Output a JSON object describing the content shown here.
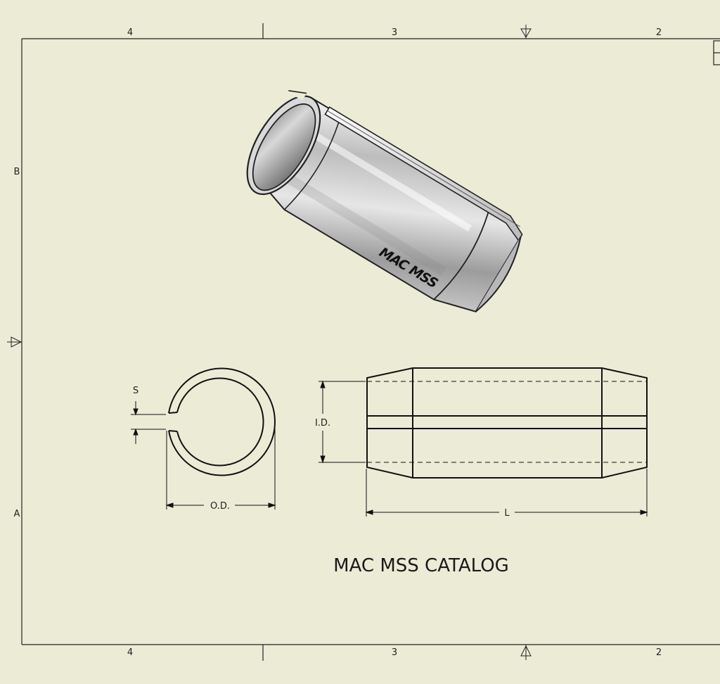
{
  "sheet": {
    "column_labels_top": [
      "4",
      "3",
      "2"
    ],
    "column_labels_bottom": [
      "4",
      "3",
      "2"
    ],
    "row_labels": [
      "B",
      "A"
    ]
  },
  "model": {
    "engraving": "MAC MSS"
  },
  "dimensions": {
    "slot": "S",
    "outer_diameter": "O.D.",
    "inner_diameter": "I.D.",
    "length": "L"
  },
  "title": "MAC MSS CATALOG",
  "colors": {
    "background": "#ecebd6",
    "line": "#111111"
  }
}
